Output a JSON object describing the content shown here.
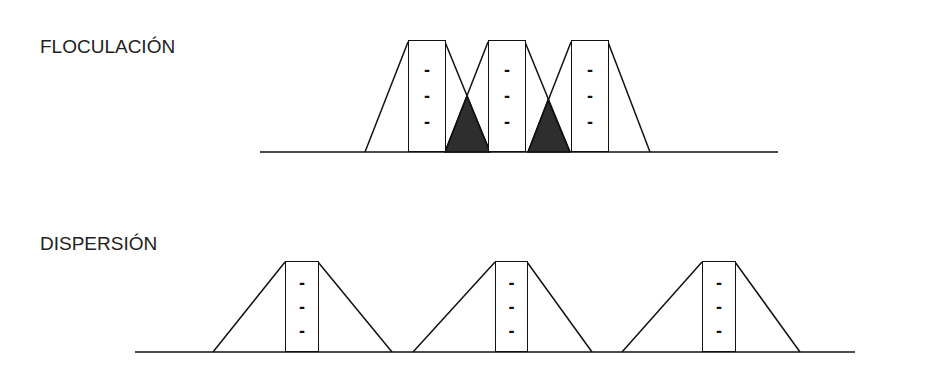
{
  "diagram": {
    "nodes": [
      {
        "text": [
          "- - -"
        ]
      },
      {
        "text": [
          "- - -"
        ]
      },
      {
        "text": [
          "- - -"
        ]
      },
      {
        "text": [
          "- - -"
        ]
      },
      {
        "text": [
          "- - -"
        ]
      },
      {
        "text": [
          "- - -"
        ]
      }
    ],
    "labels": [
      "FLOCULACIÓN",
      "DISPERSIÓN"
    ]
  }
}
